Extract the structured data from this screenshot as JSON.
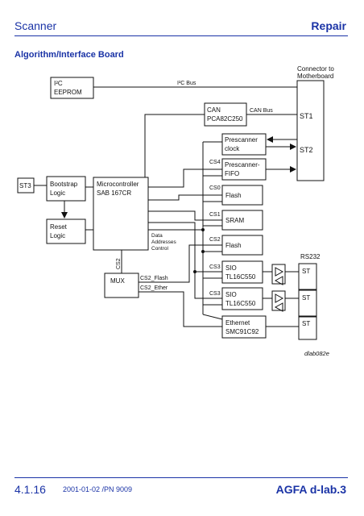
{
  "header": {
    "left": "Scanner",
    "right": "Repair"
  },
  "section_title": "Algorithm/Interface Board",
  "diagram": {
    "connector_label_line1": "Connector to",
    "connector_label_line2": "Motherboard",
    "st1": "ST1",
    "st2": "ST2",
    "st3": "ST3",
    "i2c_line1": "I²C",
    "i2c_line2": "EEPROM",
    "i2c_bus": "I²C Bus",
    "can_line1": "CAN",
    "can_line2": "PCA82C250",
    "can_bus": "CAN Bus",
    "prescanner_clock_line1": "Prescanner",
    "prescanner_clock_line2": "clock",
    "prescanner_fifo_line1": "Prescanner-",
    "prescanner_fifo_line2": "FIFO",
    "flash": "Flash",
    "sram": "SRAM",
    "flash2": "Flash",
    "sio1_line1": "SIO",
    "sio1_line2": "TL16C550",
    "sio2_line1": "SIO",
    "sio2_line2": "TL16C550",
    "ethernet_line1": "Ethernet",
    "ethernet_line2": "SMC91C92",
    "bootstrap_line1": "Bootstrap",
    "bootstrap_line2": "Logic",
    "reset_line1": "Reset",
    "reset_line2": "Logic",
    "micro_line1": "Microcontroller",
    "micro_line2": "SAB 167CR",
    "mux": "MUX",
    "cs4": "CS4",
    "cs0": "CS0",
    "cs1": "CS1",
    "cs2": "CS2",
    "cs3a": "CS3",
    "cs3b": "CS3",
    "cs2_vertical": "CS2",
    "cs2_flash": "CS2_Flash",
    "cs2_ether": "CS2_Ether",
    "data_line1": "Data",
    "data_line2": "Addresses",
    "data_line3": "Control",
    "rs232": "RS232",
    "st_a": "ST",
    "st_b": "ST",
    "st_c": "ST",
    "figure_id": "dlab082e"
  },
  "footer": {
    "page": "4.1.16",
    "date": "2001-01-02 /PN 9009",
    "brand": "AGFA d-lab.3"
  }
}
